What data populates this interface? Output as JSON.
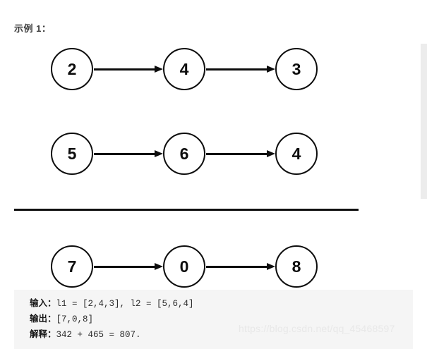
{
  "heading": {
    "text": "示例 1："
  },
  "lists": [
    {
      "name": "addend-list-1",
      "nodes": [
        {
          "value": "2"
        },
        {
          "value": "4"
        },
        {
          "value": "3"
        }
      ]
    },
    {
      "name": "addend-list-2",
      "nodes": [
        {
          "value": "5"
        },
        {
          "value": "6"
        },
        {
          "value": "4"
        }
      ]
    },
    {
      "name": "result-list",
      "nodes": [
        {
          "value": "7"
        },
        {
          "value": "0"
        },
        {
          "value": "8"
        }
      ]
    }
  ],
  "example": {
    "input_label": "输入：",
    "input_value": "l1 = [2,4,3], l2 = [5,6,4]",
    "output_label": "输出：",
    "output_value": "[7,0,8]",
    "explain_label": "解释：",
    "explain_value": "342 + 465 = 807."
  },
  "watermark": {
    "text": "https://blog.csdn.net/qq_45468597"
  },
  "colors": {
    "page_background": "#ffffff",
    "node_stroke": "#0d0d0d",
    "arrow": "#0d0d0d",
    "divider": "#111111",
    "code_background": "#f5f5f5",
    "code_text": "#2b2b2b",
    "watermark": "#e8e8e8",
    "scrollbar_thumb": "#ececec"
  }
}
